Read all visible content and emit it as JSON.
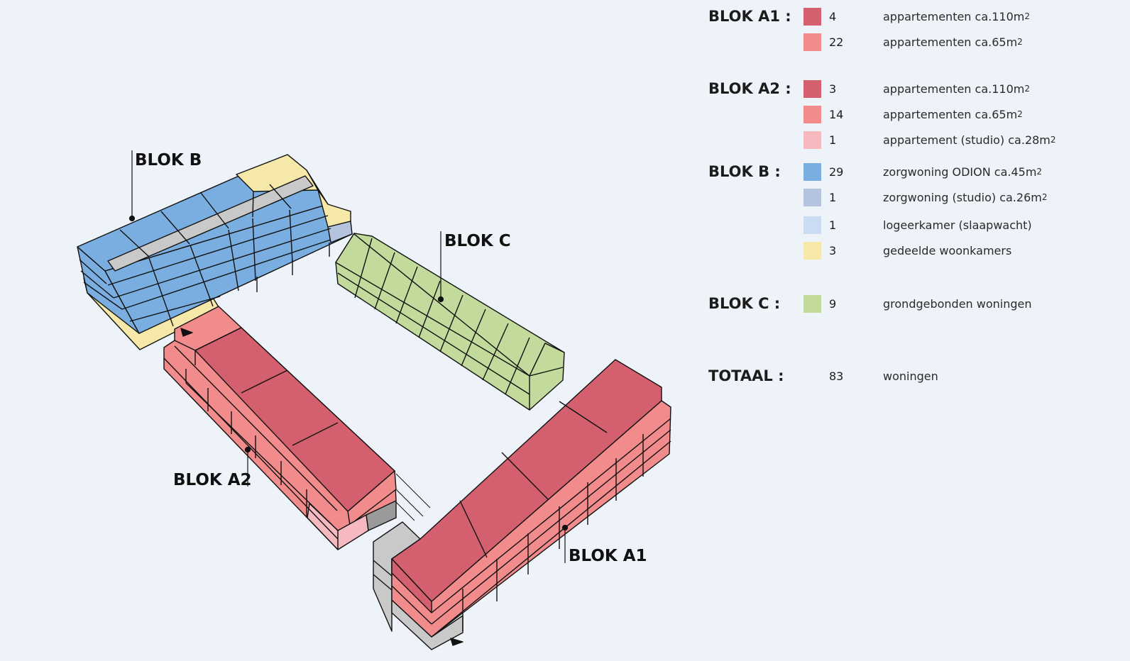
{
  "labels": {
    "blok_b": "BLOK B",
    "blok_c": "BLOK C",
    "blok_a2": "BLOK A2",
    "blok_a1": "BLOK A1"
  },
  "colors": {
    "a_110": "#d4606f",
    "a_65": "#f28b8b",
    "a_28": "#f6b9bf",
    "b_45": "#7aaee0",
    "b_26": "#b4c4de",
    "b_logeer": "#cadcf2",
    "b_shared": "#f5e8a9",
    "c_ground": "#c2db9c",
    "grey": "#c9c9c9",
    "line": "#111111"
  },
  "legend": {
    "a1": {
      "title": "BLOK A1 :",
      "rows": [
        {
          "count": "4",
          "text": "appartementen ca.110m",
          "sup": "2",
          "color": "#d4606f"
        },
        {
          "count": "22",
          "text": "appartementen ca.65m",
          "sup": "2",
          "color": "#f28b8b"
        }
      ]
    },
    "a2": {
      "title": "BLOK A2 :",
      "rows": [
        {
          "count": "3",
          "text": "appartementen ca.110m",
          "sup": "2",
          "color": "#d4606f"
        },
        {
          "count": "14",
          "text": "appartementen ca.65m",
          "sup": "2",
          "color": "#f28b8b"
        },
        {
          "count": "1",
          "text": "appartement (studio) ca.28m",
          "sup": "2",
          "color": "#f6b9bf"
        }
      ]
    },
    "b": {
      "title": "BLOK B :",
      "rows": [
        {
          "count": "29",
          "text": "zorgwoning ODION ca.45m",
          "sup": "2",
          "color": "#7aaee0"
        },
        {
          "count": "1",
          "text": "zorgwoning (studio) ca.26m",
          "sup": "2",
          "color": "#b4c4de"
        },
        {
          "count": "1",
          "text": "logeerkamer (slaapwacht)",
          "sup": "",
          "color": "#cadcf2"
        },
        {
          "count": "3",
          "text": "gedeelde woonkamers",
          "sup": "",
          "color": "#f5e8a9"
        }
      ]
    },
    "c": {
      "title": "BLOK C :",
      "rows": [
        {
          "count": "9",
          "text": "grondgebonden woningen",
          "sup": "",
          "color": "#c2db9c"
        }
      ]
    },
    "total": {
      "title": "TOTAAL :",
      "count": "83",
      "text": "woningen"
    }
  }
}
